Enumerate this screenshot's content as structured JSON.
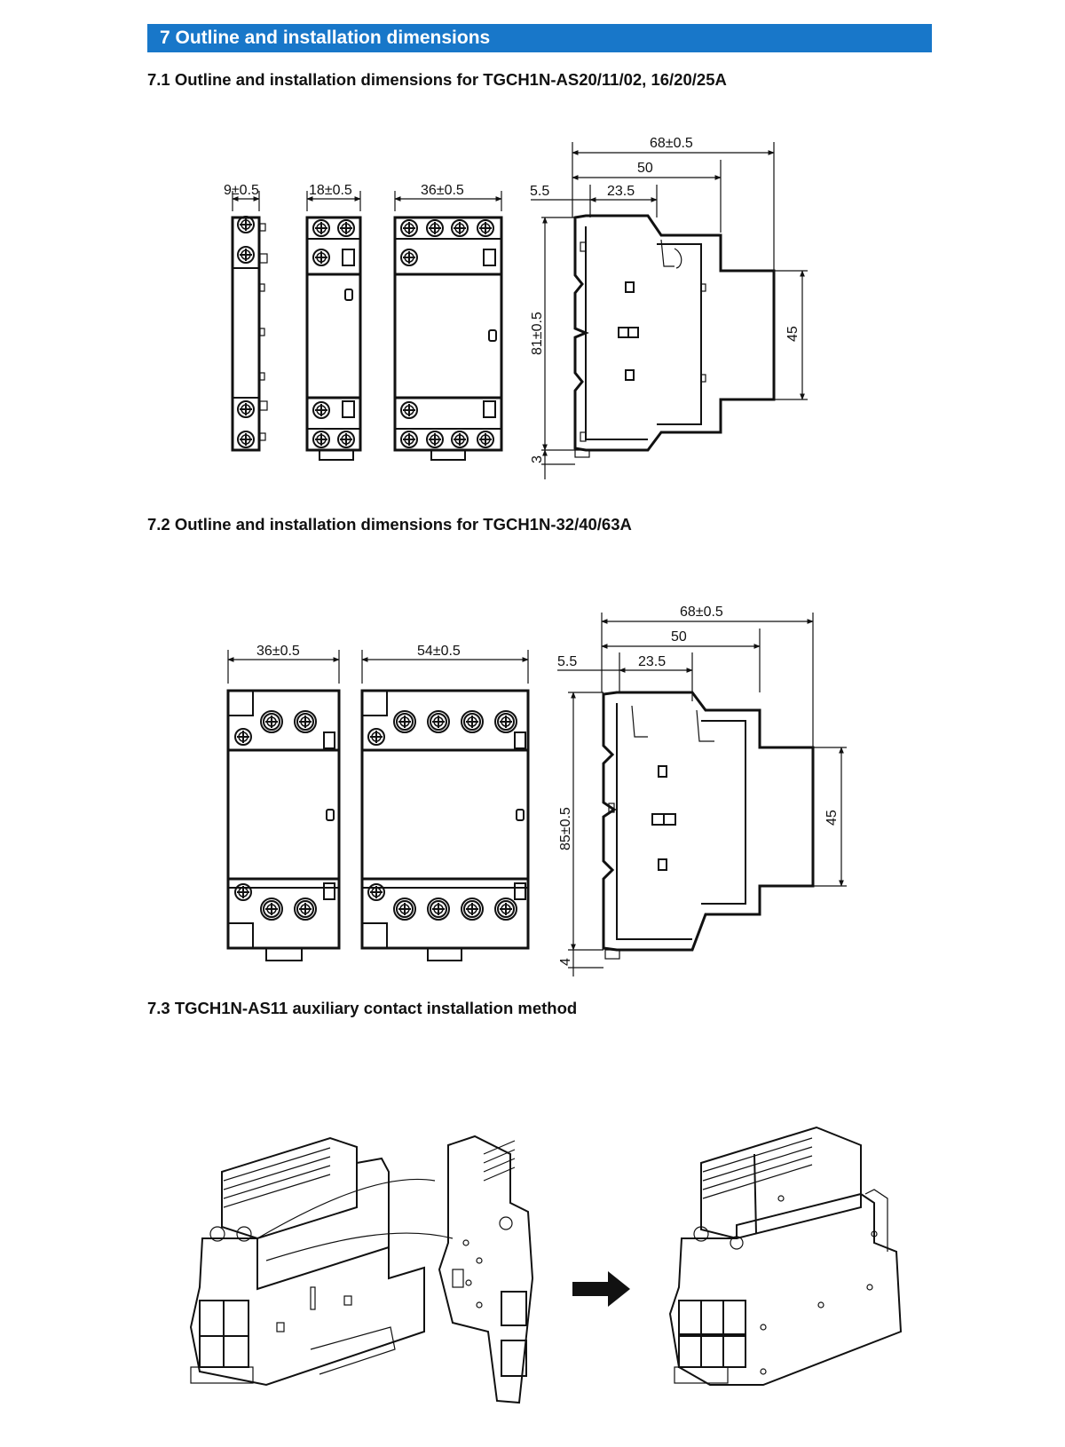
{
  "header": {
    "title": "7 Outline and installation dimensions"
  },
  "sections": [
    {
      "title": "7.1 Outline and installation dimensions for TGCH1N-AS20/11/02, 16/20/25A"
    },
    {
      "title": "7.2 Outline and installation dimensions for TGCH1N-32/40/63A"
    },
    {
      "title": "7.3 TGCH1N-AS11 auxiliary contact installation method"
    }
  ],
  "fig1": {
    "widths": [
      "9±0.5",
      "18±0.5",
      "36±0.5"
    ],
    "side": {
      "total": "68±0.5",
      "mid": "50",
      "inner": "23.5",
      "offset": "5.5",
      "height": "81±0.5",
      "rail": "45",
      "base": "3"
    }
  },
  "fig2": {
    "widths": [
      "36±0.5",
      "54±0.5"
    ],
    "side": {
      "total": "68±0.5",
      "mid": "50",
      "inner": "23.5",
      "offset": "5.5",
      "height": "85±0.5",
      "rail": "45",
      "base": "4"
    }
  }
}
